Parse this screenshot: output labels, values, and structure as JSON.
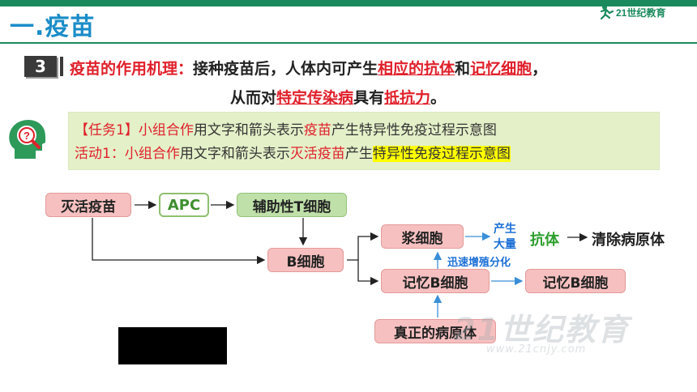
{
  "header": {
    "section_title": "一.疫苗",
    "logo_text": "21世纪教育",
    "accent_color": "#1a8a5c",
    "title_color": "#1b8cc8"
  },
  "mechanism": {
    "badge_number": "3",
    "heading": "疫苗的作用机理：",
    "line1_a": "接种疫苗后，人体内可产生",
    "line1_red1": "相应的抗体",
    "line1_b": "和",
    "line1_red2": "记忆细胞",
    "line1_c": "，",
    "line2_a": "从而对",
    "line2_red1": "特定传染病",
    "line2_b": "具有",
    "line2_red2": "抵抗力",
    "line2_c": "。"
  },
  "task": {
    "line1_red": "【任务1】小组合作",
    "line1_b": "用文字和箭头表示",
    "line1_red2": "疫苗",
    "line1_c": "产生特异性免疫过程示意图",
    "line2_red": "活动1：小组合作",
    "line2_b": "用文字和箭头表示",
    "line2_red2": "灭活疫苗",
    "line2_c": "产生",
    "line2_hl": "特异性免疫过程示意图"
  },
  "diagram": {
    "inactivated_vaccine": "灭活疫苗",
    "apc": "APC",
    "helper_t": "辅助性T细胞",
    "b_cell": "B细胞",
    "plasma_cell": "浆细胞",
    "memory_b_cell": "记忆B细胞",
    "memory_b_cell_2": "记忆B细胞",
    "real_pathogen": "真正的病原体",
    "produce": "产生",
    "large_amount": "大量",
    "antibody": "抗体",
    "clear_pathogen": "清除病原体",
    "proliferate": "迅速增殖分化"
  },
  "icons": {
    "helper": "question-magnifier-head-icon",
    "logo": "runner-logo-icon"
  }
}
